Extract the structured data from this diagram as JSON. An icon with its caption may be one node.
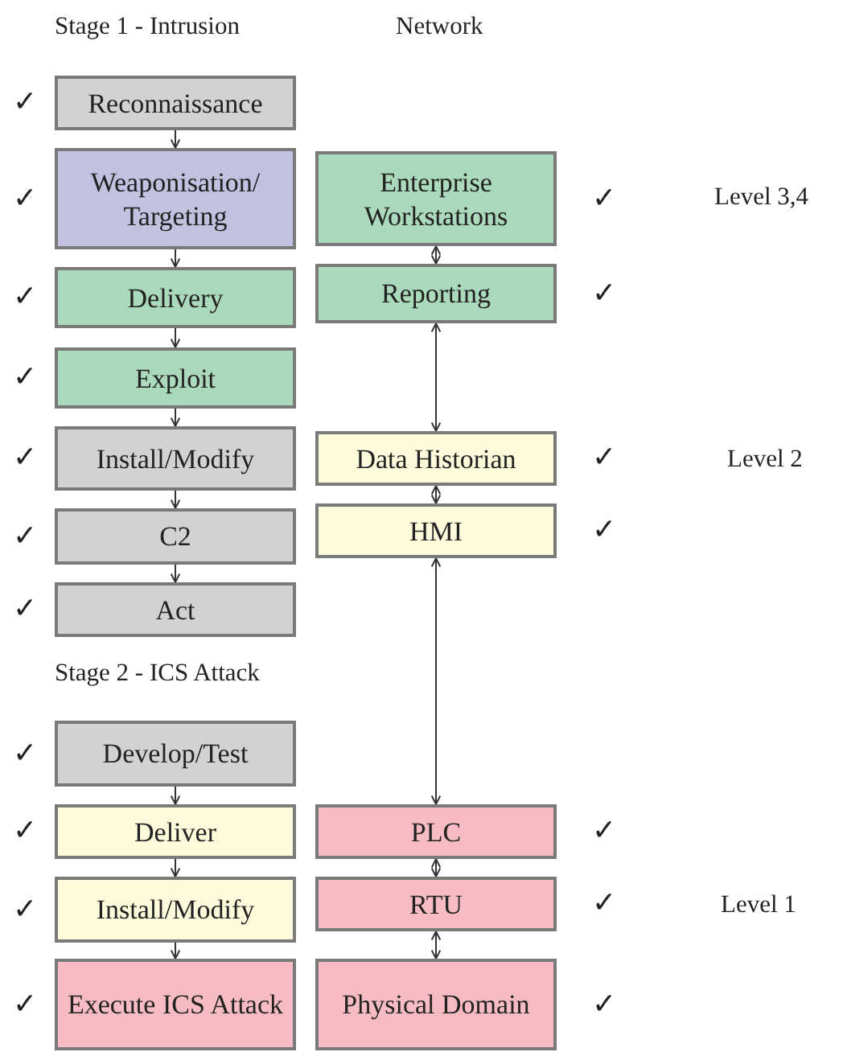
{
  "diagram": {
    "nodes": [
      {
        "text": [
          "Reconnaissance"
        ],
        "beside": [
          "✓"
        ]
      },
      {
        "text": [
          "Weaponisation/ Targeting"
        ],
        "beside": [
          "✓"
        ]
      },
      {
        "text": [
          "Delivery"
        ],
        "beside": [
          "✓"
        ]
      },
      {
        "text": [
          "Exploit"
        ],
        "beside": [
          "✓"
        ]
      },
      {
        "text": [
          "Install/Modify"
        ],
        "beside": [
          "✓"
        ]
      },
      {
        "text": [
          "C2"
        ],
        "beside": [
          "✓"
        ]
      },
      {
        "text": [
          "Act"
        ],
        "beside": [
          "✓"
        ]
      },
      {
        "text": [
          "Develop/Test"
        ],
        "beside": [
          "✓"
        ]
      },
      {
        "text": [
          "Deliver"
        ],
        "beside": [
          "✓"
        ]
      },
      {
        "text": [
          "Install/Modify"
        ],
        "beside": [
          "✓"
        ]
      },
      {
        "text": [
          "Execute ICS Attack"
        ],
        "beside": [
          "✓"
        ]
      },
      {
        "text": [
          "Enterprise Workstations"
        ],
        "beside": [
          "✓"
        ]
      },
      {
        "text": [
          "Reporting"
        ],
        "beside": [
          "✓"
        ]
      },
      {
        "text": [
          "Data Historian"
        ],
        "beside": [
          "✓"
        ]
      },
      {
        "text": [
          "HMI"
        ],
        "beside": [
          "✓"
        ]
      },
      {
        "text": [
          "PLC"
        ],
        "beside": [
          "✓"
        ]
      },
      {
        "text": [
          "RTU"
        ],
        "beside": [
          "✓"
        ]
      },
      {
        "text": [
          "Physical Domain"
        ],
        "beside": [
          "✓"
        ]
      }
    ],
    "edges": [
      {
        "from": 0,
        "to": 1,
        "arrow": "to"
      },
      {
        "from": 1,
        "to": 2,
        "arrow": "to"
      },
      {
        "from": 2,
        "to": 3,
        "arrow": "to"
      },
      {
        "from": 3,
        "to": 4,
        "arrow": "to"
      },
      {
        "from": 4,
        "to": 5,
        "arrow": "to"
      },
      {
        "from": 5,
        "to": 6,
        "arrow": "to"
      },
      {
        "from": 7,
        "to": 8,
        "arrow": "to"
      },
      {
        "from": 8,
        "to": 9,
        "arrow": "to"
      },
      {
        "from": 9,
        "to": 10,
        "arrow": "to"
      },
      {
        "from": 11,
        "to": 12,
        "arrow": "both"
      },
      {
        "from": 12,
        "to": 13,
        "arrow": "both"
      },
      {
        "from": 13,
        "to": 14,
        "arrow": "both"
      },
      {
        "from": 14,
        "to": 15,
        "arrow": "both"
      },
      {
        "from": 15,
        "to": 16,
        "arrow": "both"
      },
      {
        "from": 16,
        "to": 17,
        "arrow": "both"
      }
    ],
    "labels": [
      "Stage 1 - Intrusion",
      "Network",
      "Level 3,4",
      "Level 2",
      "Stage 2 - ICS Attack",
      "Level 1"
    ]
  }
}
